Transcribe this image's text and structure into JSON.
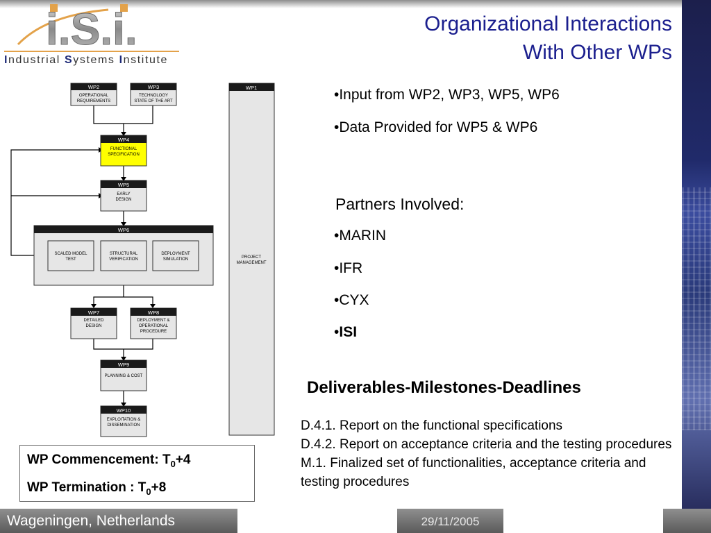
{
  "logo": {
    "mark": "i.S.i.",
    "tagline": {
      "w1_cap": "I",
      "w1_rest": "ndustrial",
      "w2_cap": "S",
      "w2_rest": "ystems",
      "w3_cap": "I",
      "w3_rest": "nstitute"
    }
  },
  "title": {
    "line1": "Organizational Interactions",
    "line2": "With Other WPs"
  },
  "bullets": {
    "input": "•Input from WP2, WP3, WP5, WP6",
    "data_provided": "•Data Provided for WP5 & WP6",
    "partners_heading": "Partners Involved:",
    "partners": [
      "•MARIN",
      "•IFR",
      "•CYX"
    ],
    "isi_bullet": "•",
    "isi": "ISI"
  },
  "deliverables": {
    "heading": "Deliverables-Milestones-Deadlines",
    "items": [
      "D.4.1. Report on the functional specifications",
      "D.4.2. Report on acceptance criteria and the testing procedures",
      "M.1. Finalized set of functionalities, acceptance criteria and testing procedures"
    ]
  },
  "wp_dates": {
    "commencement_label": "WP Commencement: T",
    "commencement_sub": "0",
    "commencement_suffix": "+4",
    "termination_label": "WP Termination : T",
    "termination_sub": "0",
    "termination_suffix": "+8"
  },
  "flowchart": {
    "wp2": {
      "id": "WP2",
      "line1": "OPERATIONAL",
      "line2": "REQUIREMENTS"
    },
    "wp3": {
      "id": "WP3",
      "line1": "TECHNOLOGY",
      "line2": "STATE OF THE ART"
    },
    "wp4": {
      "id": "WP4",
      "line1": "FUNCTIONAL",
      "line2": "SPECIFICATION"
    },
    "wp5": {
      "id": "WP5",
      "line1": "EARLY",
      "line2": "DESIGN"
    },
    "wp6": {
      "id": "WP6"
    },
    "wp6a": {
      "line1": "SCALED MODEL",
      "line2": "TEST"
    },
    "wp6b": {
      "line1": "STRUCTURAL",
      "line2": "VERIFICATION"
    },
    "wp6c": {
      "line1": "DEPLOYMENT",
      "line2": "SIMULATION"
    },
    "wp7": {
      "id": "WP7",
      "line1": "DETAILED",
      "line2": "DESIGN"
    },
    "wp8": {
      "id": "WP8",
      "line1": "DEPLOYMENT &",
      "line2": "OPERATIONAL",
      "line3": "PROCEDURE"
    },
    "wp9": {
      "id": "WP9",
      "line1": "PLANNING & COST"
    },
    "wp10": {
      "id": "WP10",
      "line1": "EXPLOITATION &",
      "line2": "DISSEMINATION"
    },
    "wp1": {
      "id": "WP1",
      "line1": "PROJECT",
      "line2": "MANAGEMENT"
    },
    "colors": {
      "header": "#1a1a1a",
      "box": "#e6e6e6",
      "highlight": "#ffff00"
    }
  },
  "footer": {
    "location": "Wageningen, Netherlands",
    "date": "29/11/2005"
  }
}
